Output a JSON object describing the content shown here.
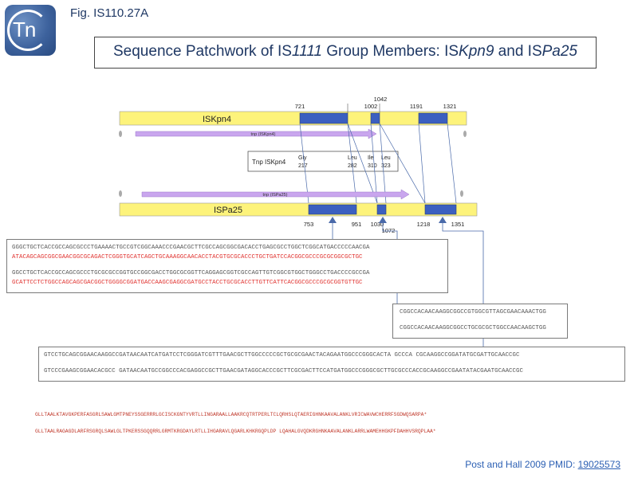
{
  "header": {
    "logo_text": "Tn",
    "figure_label": "Fig. IS110.27A",
    "title_prefix": "Sequence Patchwork of IS",
    "title_italic_1": "1111",
    "title_middle": " Group Members: IS",
    "title_italic_2": "Kpn9",
    "title_and": " and IS",
    "title_italic_3": "Pa25"
  },
  "elements": {
    "iskpn4": {
      "label": "ISKpn4",
      "tnp_label": "tnp (ISKpn4)"
    },
    "ispa25": {
      "label": "ISPa25",
      "tnp_label": "tnp (ISPa25)"
    },
    "tnp_box": {
      "label": "Tnp ISKpn4",
      "residues": [
        {
          "aa": "Gly",
          "pos": "217"
        },
        {
          "aa": "Leu",
          "pos": "282"
        },
        {
          "aa": "Ile",
          "pos": "310"
        },
        {
          "aa": "Leu",
          "pos": "323"
        }
      ]
    },
    "top_positions": [
      "721",
      "1002",
      "1042",
      "1191",
      "1321"
    ],
    "bottom_positions": [
      "753",
      "951",
      "1030",
      "1072",
      "1218",
      "1351"
    ]
  },
  "sequences": {
    "box1_line1": "GGGCTGCTCACCGCCAGCGCCCTGAAAACTGCCGTCGGCAAACCCGAACGCTTCGCCAGCGGCGACACCTGAGCGCCTGGCTCGGCATGACCCCCAACGA",
    "box1_line2": "ATACAGCAGCGGCGAACGGCGCAGACTCGGGTGCATCAGCTGCAAAGGCAACACCTACGTGCGCACCCTGCTGATCCACGGCGCCCGCGCGGCGCTGC",
    "box1_line3": "GGCCTGCTCACCGCCAGCGCCCTGCGCGCCGGTGCCGGCGACCTGGCGCGGTTCAGGAGCGGTCGCCAGTTGTCGGCGTGGCTGGGCCTGACCCCGCCGA",
    "box1_line4": "GCATTCCTCTGGCCAGCAGCGACGGCTGGGGCGGATGACCAAGCGAGGCGATGCCTACCTGCGCACCTTGTTCATTCACGGCGCCCGCGCGGTGTTGC",
    "box2_line1": "CGGCCACAACAAGGCGGCCGTGGCGTTAGCGAACAAACTGG",
    "box2_line2": "CGGCCACAACAAGGCGGCCTGCGCGCTGGCCAACAAGCTGG",
    "box3_line1": "GTCCTGCAGCGGAACAAGGCCGATAACAATCATGATCCTCGGGATCGTTTGAACGCTTGGCCCCCGCTGCGCGAACTACAGAATGGCCCGGGCACTA  GCCCA CGCAAGGCCGGATATGCGATTGCAACCGC",
    "box3_line2": "GTCCCGAAGCGGAACACGCC GATAACAATGCCGGCCCACGAGGCCGCTTGAACGATAGGCACCCGCTTCGCGACTTCCATGATGGCCCGGGCGCTTGCGCCCACCGCAAGGCCGAATATACGAATGCAACCGC",
    "prot_line1": "GLLTAALKTAVGKPERFASGRLSAWLGMTPNEYSSGERRRLGCISCKGNTYVRTLLINGARAALLAAKRCQTRTPERLTCLQRHSLQTAERIGHNKAAVALANKLVRICWAVWCHERRFSGDWQSARPA*",
    "prot_line2": "GLLTAALRAGAGDLARFRSGRQLSAWLGLTPKERSSGQQRRLGRMTKRGDAYLRTLLIHGARAVLQGARLKHKRGQPLDP LQAHALGVQDKRGHNKAAVALANKLARRLWAMEHHGKPFDAHHVSRQPLAA*"
  },
  "citation": {
    "text": "Post and Hall 2009 PMID: ",
    "pmid": "19025573"
  },
  "colors": {
    "bar": "#fdf37b",
    "box": "#3b5fc0",
    "arrow": "#c9a6ee",
    "mismatch": "#e0302d",
    "title": "#1f3864"
  }
}
